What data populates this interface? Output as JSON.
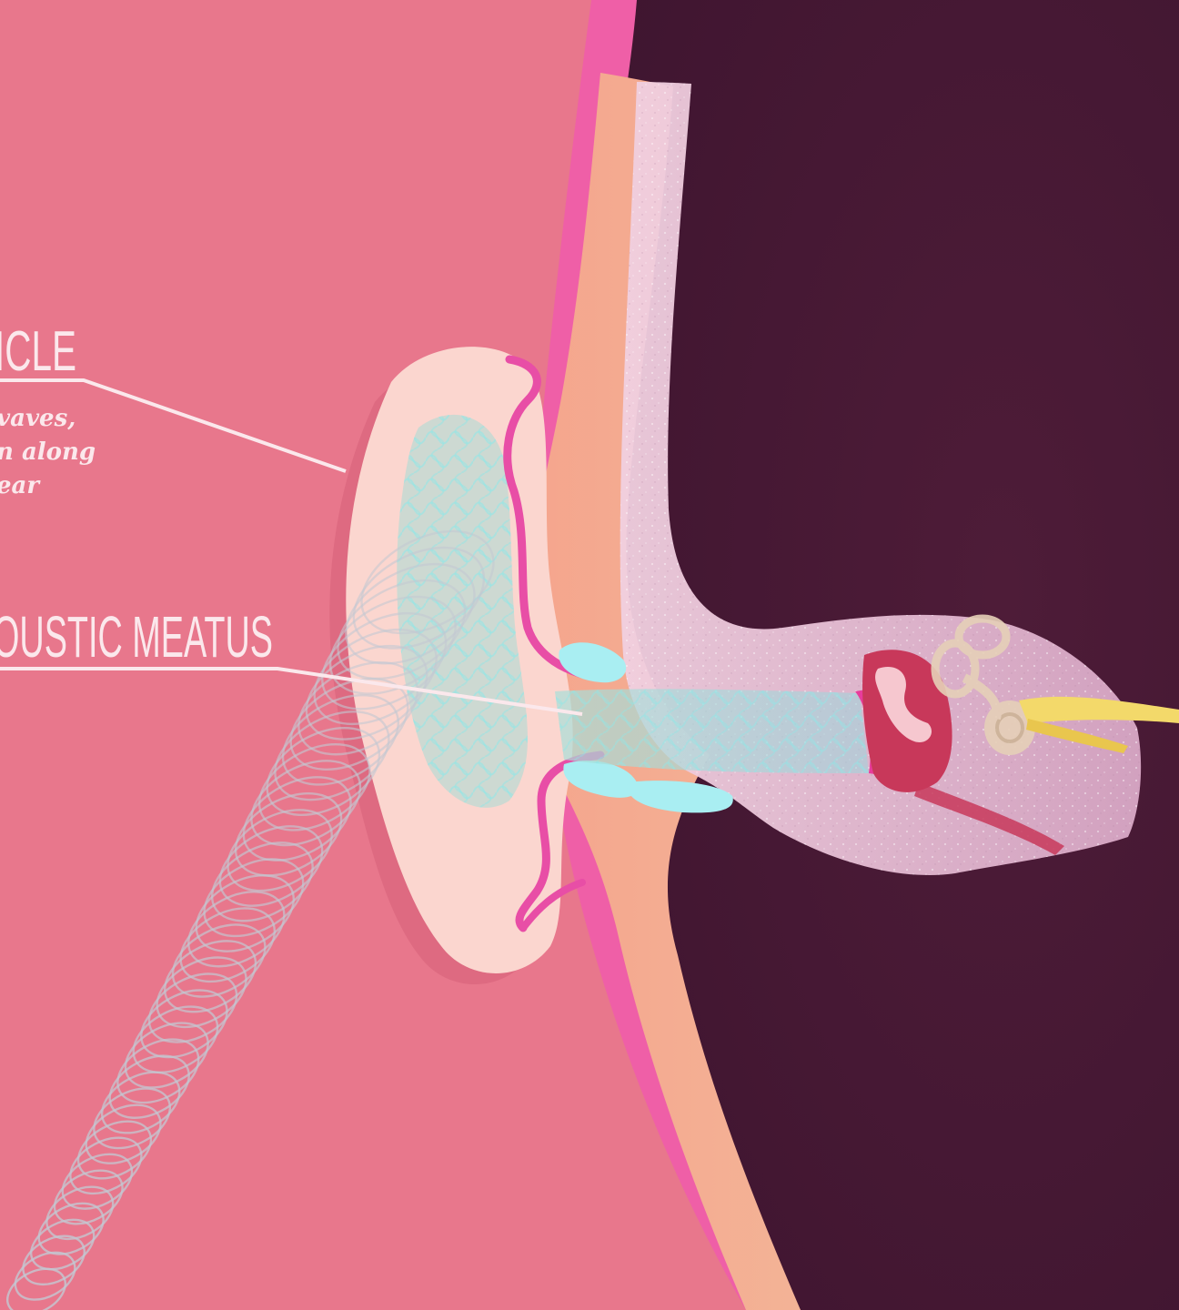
{
  "scene": {
    "colors": {
      "skin": "#e8778c",
      "skin_shadow": "#d9687e",
      "head_interior": "#4a1a34",
      "auricle": "#fbd6cf",
      "tissue_orange": "#f6a98e",
      "bone_light": "#f2c9dc",
      "membrane_pink": "#e83c9c",
      "canal_cyan": "#a8ecf0",
      "cochlea_red": "#c8385a",
      "ossicles_tan": "#e6d0b8",
      "nerve_yellow": "#f3d96a",
      "sound_waves": "#c3c8d2",
      "label_text": "#fbe8ec"
    },
    "labels": {
      "auricle": {
        "title": "ICLE",
        "description_lines": [
          "vaves,",
          "n along",
          "ear"
        ]
      },
      "meatus": {
        "title": "OUSTIC MEATUS"
      }
    }
  }
}
